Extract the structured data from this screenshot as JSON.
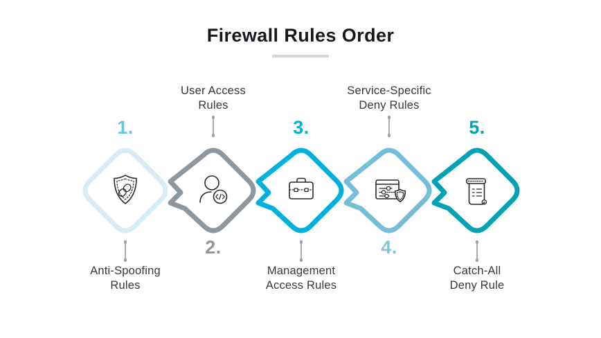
{
  "title": {
    "text": "Firewall Rules Order"
  },
  "steps": [
    {
      "number": "1.",
      "label": "Anti-Spoofing Rules",
      "label_lines": [
        "Anti-Spoofing",
        "Rules"
      ],
      "label_position": "bottom",
      "icon": "shield-link-icon",
      "diamond_color": "#d8ebf5",
      "number_color": "#69c4df"
    },
    {
      "number": "2.",
      "label": "User Access Rules",
      "label_lines": [
        "User Access",
        "Rules"
      ],
      "label_position": "top",
      "icon": "user-code-icon",
      "diamond_color": "#8e969e",
      "number_color": "#8e969e"
    },
    {
      "number": "3.",
      "label": "Management Access Rules",
      "label_lines": [
        "Management",
        "Access Rules"
      ],
      "label_position": "bottom",
      "icon": "briefcase-icon",
      "diamond_color": "#00b1dc",
      "number_color": "#00b1dc"
    },
    {
      "number": "4.",
      "label": "Service-Specific Deny Rules",
      "label_lines": [
        "Service-Specific",
        "Deny Rules"
      ],
      "label_position": "top",
      "icon": "settings-shield-icon",
      "diamond_color": "#74bfd7",
      "number_color": "#85c7da"
    },
    {
      "number": "5.",
      "label": "Catch-All Deny Rule",
      "label_lines": [
        "Catch-All",
        "Deny Rule"
      ],
      "label_position": "bottom",
      "icon": "deny-scroll-icon",
      "diamond_color": "#00a3b4",
      "number_color": "#00a3b4"
    }
  ]
}
